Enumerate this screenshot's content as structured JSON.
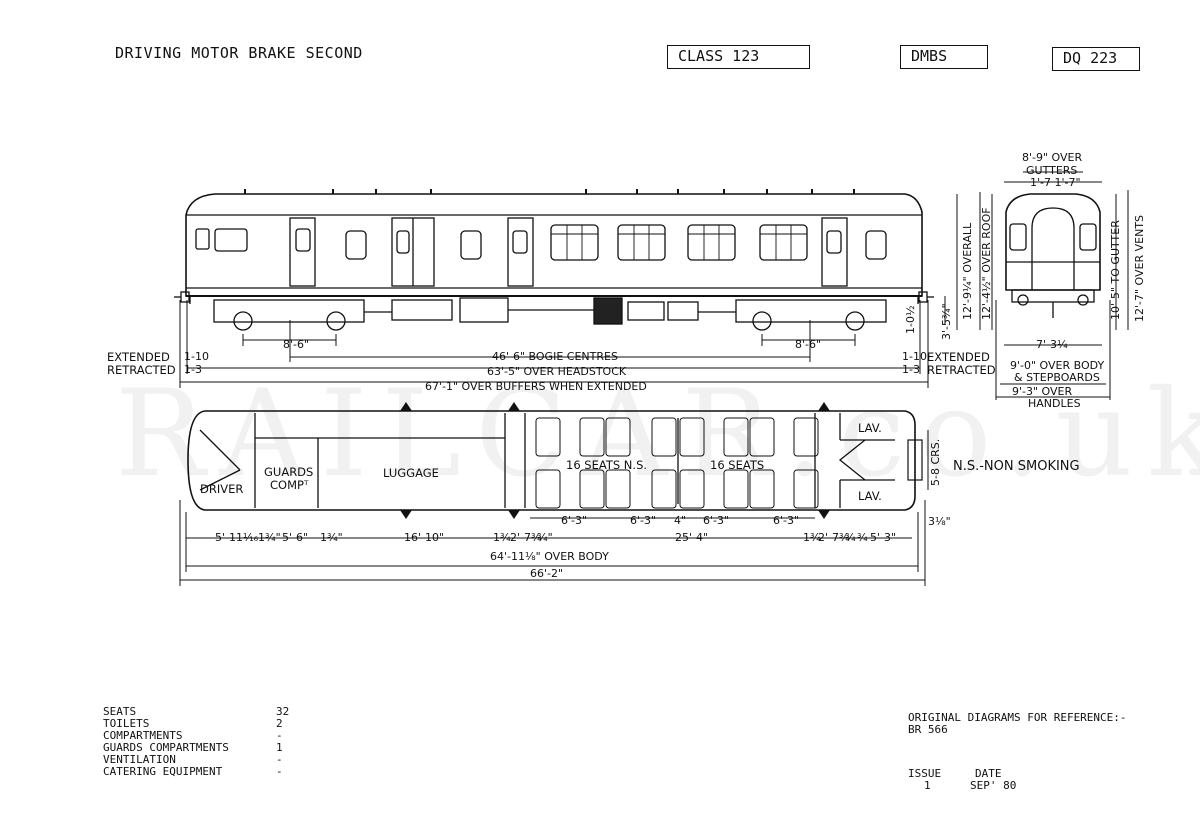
{
  "header": {
    "title": "DRIVING MOTOR BRAKE SECOND",
    "class_box": "CLASS 123",
    "type_box": "DMBS",
    "diagram_box": "DQ 223"
  },
  "watermark": "RAILCAR.co.uk",
  "side_elevation": {
    "left_extended": "EXTENDED",
    "left_retracted": "RETRACTED",
    "left_ext_val": "1-10",
    "left_ret_val": "1-3",
    "right_ext_val": "1-10",
    "right_ret_val": "1-3",
    "right_extended": "EXTENDED",
    "right_retracted": "RETRACTED",
    "wheelbase_left": "8'-6\"",
    "wheelbase_right": "8'-6\"",
    "bogie_centres": "46'-6\" BOGIE CENTRES",
    "over_headstock": "63'-5\" OVER HEADSTOCK",
    "over_buffers": "67'-1\" OVER BUFFERS WHEN EXTENDED",
    "step_height": "1-0½",
    "floor_height": "3'-5¾\""
  },
  "end_elevation": {
    "over_gutters_1": "8'-9\" OVER",
    "over_gutters_2": "GUTTERS",
    "gutter_split": "1'-7 1'-7\"",
    "overall": "12'-9¼\" OVERALL",
    "over_roof": "12'-4½\" OVER ROOF",
    "to_gutter": "10'-5\" TO GUTTER",
    "over_vents": "12'-7\" OVER VENTS",
    "bogie_width": "7'-3¼",
    "over_body_1": "9'-0\" OVER BODY",
    "over_body_2": "& STEPBOARDS",
    "over_handles_1": "9'-3\" OVER",
    "over_handles_2": "HANDLES"
  },
  "plan": {
    "driver": "DRIVER",
    "guards_1": "GUARDS",
    "guards_2": "COMPᵀ",
    "luggage": "LUGGAGE",
    "seats_ns": "16 SEATS N.S.",
    "seats": "16 SEATS",
    "lav_top": "LAV.",
    "lav_bottom": "LAV.",
    "crs": "5-8 CRS.",
    "ns_note": "N.S.-NON SMOKING",
    "dims": [
      "5'-11⅟₁₆",
      "1¾\"",
      "5'-6\"",
      "1¾\"",
      "16'-10\"",
      "1¾",
      "2'-7¾",
      "¾\"",
      "6'-3\"",
      "6'-3\"",
      "4\"",
      "6'-3\"",
      "6'-3\"",
      "25'-4\"",
      "1¾",
      "2'-7¾",
      "¾",
      "¾",
      "5'-3\"",
      "3⅛\""
    ],
    "over_body": "64'-11⅛\" OVER BODY",
    "overall": "66'-2\""
  },
  "specs": [
    {
      "label": "SEATS",
      "value": "32"
    },
    {
      "label": "TOILETS",
      "value": "2"
    },
    {
      "label": "COMPARTMENTS",
      "value": "-"
    },
    {
      "label": "GUARDS COMPARTMENTS",
      "value": "1"
    },
    {
      "label": "VENTILATION",
      "value": "-"
    },
    {
      "label": "CATERING EQUIPMENT",
      "value": "-"
    }
  ],
  "reference": {
    "line1": "ORIGINAL DIAGRAMS FOR REFERENCE:-",
    "line2": "BR 566",
    "issue_label": "ISSUE",
    "date_label": "DATE",
    "issue_value": "1",
    "date_value": "SEP' 80"
  }
}
